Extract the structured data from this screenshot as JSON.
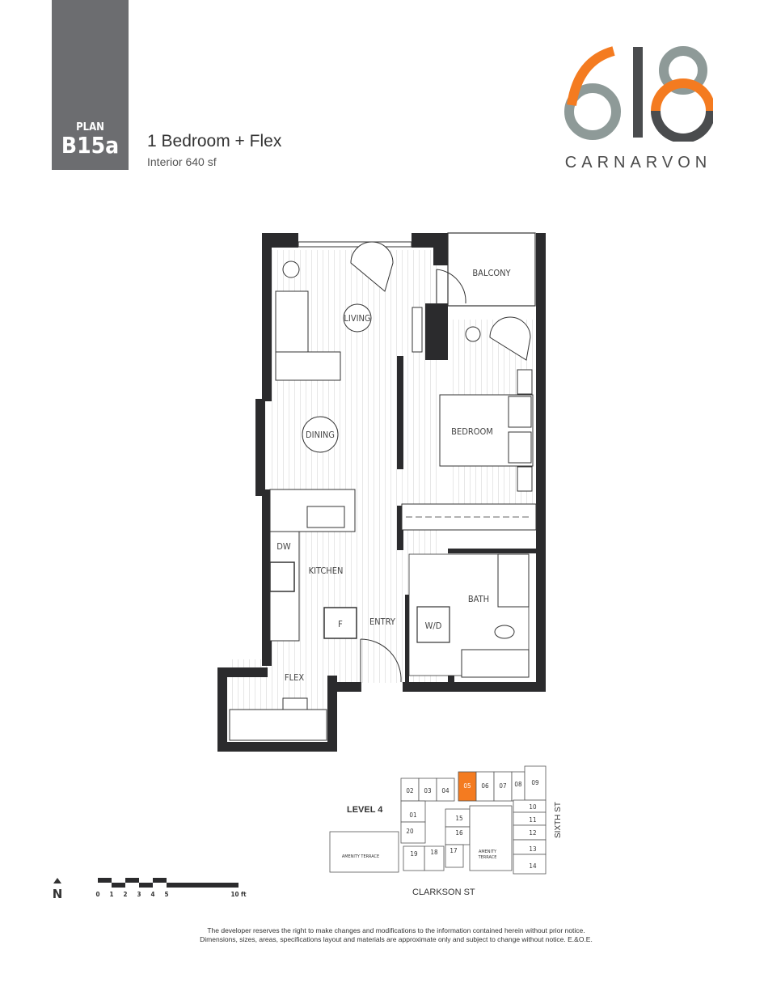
{
  "plan": {
    "label": "PLAN",
    "code": "B15a",
    "unit_type": "1 Bedroom + Flex",
    "interior_area": "Interior 640 sf"
  },
  "brand": {
    "logo_text": "618",
    "name": "CARNARVON",
    "colors": {
      "gray": "#8e9a98",
      "dark": "#4a4c4e",
      "orange": "#f47b20"
    }
  },
  "floorplan": {
    "rooms": {
      "balcony": "BALCONY",
      "living": "LIVING",
      "bedroom": "BEDROOM",
      "dining": "DINING",
      "kitchen": "KITCHEN",
      "dw": "DW",
      "fridge": "F",
      "entry": "ENTRY",
      "bath": "BATH",
      "wd": "W/D",
      "flex": "FLEX"
    }
  },
  "keyplan": {
    "level": "LEVEL 4",
    "units": [
      "01",
      "02",
      "03",
      "04",
      "05",
      "06",
      "07",
      "08",
      "09",
      "10",
      "11",
      "12",
      "13",
      "14",
      "15",
      "16",
      "17",
      "18",
      "19",
      "20"
    ],
    "highlighted_unit": "05",
    "amenity_left": "AMENITY TERRACE",
    "amenity_right_line1": "AMENITY",
    "amenity_right_line2": "TERRACE",
    "street_bottom": "CLARKSON ST",
    "street_side": "SIXTH ST"
  },
  "scale_bar": {
    "ticks": [
      "0",
      "1",
      "2",
      "3",
      "4",
      "5"
    ],
    "end": "10 ft"
  },
  "compass": {
    "letter": "N"
  },
  "disclaimer": {
    "line1": "The developer reserves the right to make changes and modifications to the information contained herein without prior notice.",
    "line2": "Dimensions, sizes, areas, specifications layout and materials are approximate only and subject to change without notice. E.&O.E."
  }
}
